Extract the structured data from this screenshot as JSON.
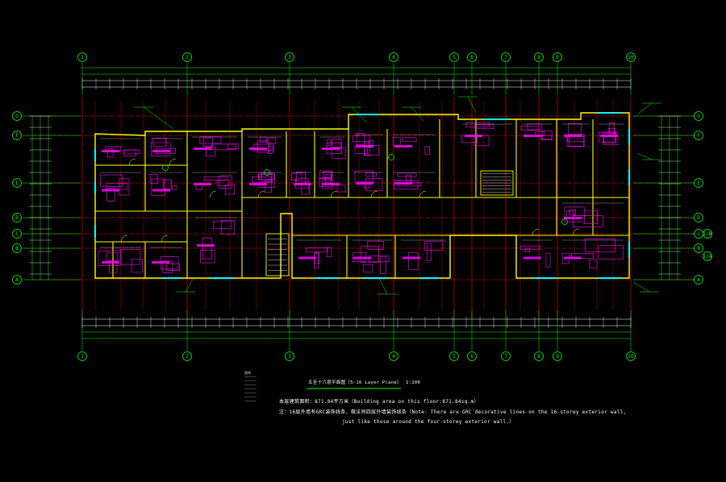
{
  "colors": {
    "background": "#000000",
    "axis": "#00ff00",
    "axis_line": "#ff0000",
    "wall": "#ffff00",
    "furniture": "#ff00ff",
    "cyan": "#00ffff",
    "dimension": "#ffffff"
  },
  "drawing": {
    "title": "五至十六层平面图（5-16 Layer Plane）",
    "scale": "1:100",
    "note1": "本层建筑面积：871.84平方米（Building area on this floor:871.84sq.m）",
    "note2": "注：16层外墙有GRC装饰线条，做法同四层外墙装饰线条（Note: There are GRC decorative lines on the 16-storey exterior wall,",
    "note3": "just like those around the four-storey exterior wall.）",
    "legend": [
      "图例",
      "——————",
      "——————",
      "——————",
      "——————",
      "——————",
      "——————",
      "——————"
    ]
  },
  "axes": {
    "columns": [
      "1",
      "2",
      "3",
      "4",
      "5",
      "6",
      "7",
      "8",
      "9",
      "10"
    ],
    "rows": [
      "G",
      "F",
      "E",
      "D",
      "C",
      "B",
      "A"
    ],
    "side_markers": [
      "1/B",
      "1/A"
    ]
  }
}
